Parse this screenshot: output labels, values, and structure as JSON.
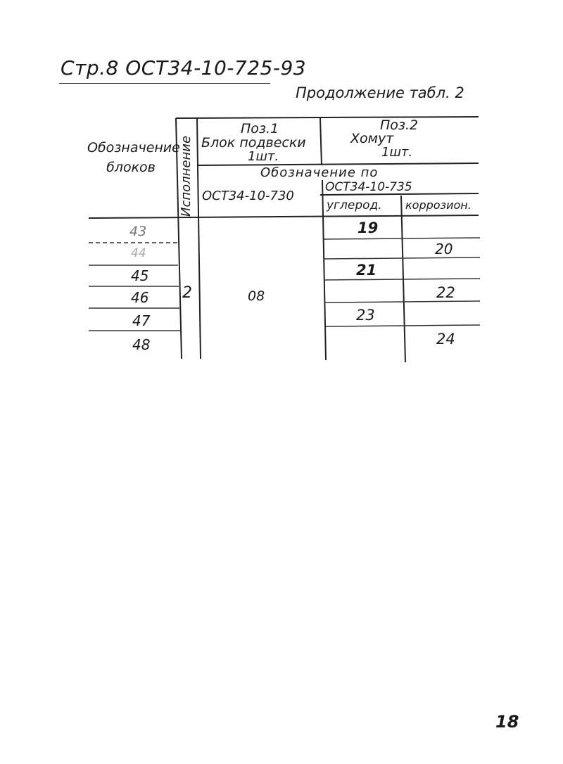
{
  "header": {
    "page_label": "Стр.8 ОСТ34-10-725-93",
    "caption": "Продолжение табл. 2",
    "page_number": "18"
  },
  "table": {
    "col_block_designation": "Обозначение блоков",
    "col_variant": "Исполнение",
    "pos1": {
      "title": "Поз.1",
      "name": "Блок подвески",
      "qty": "1шт."
    },
    "pos2": {
      "title": "Поз.2",
      "name": "Хомут",
      "qty": "1шт."
    },
    "designation_label": "Обозначение по",
    "pos1_standard": "ОСТ34-10-730",
    "pos2_standard": "ОСТ34-10-735",
    "sub_carbon": "углерод.",
    "sub_corrosion": "коррозион.",
    "rows": [
      {
        "block": "43",
        "carbon": "19",
        "corrosion": ""
      },
      {
        "block": "44",
        "carbon": "",
        "corrosion": "20"
      },
      {
        "block": "45",
        "carbon": "21",
        "corrosion": ""
      },
      {
        "block": "46",
        "carbon": "",
        "corrosion": "22"
      },
      {
        "block": "47",
        "carbon": "23",
        "corrosion": ""
      },
      {
        "block": "48",
        "carbon": "",
        "corrosion": "24"
      }
    ],
    "variant_value": "2",
    "pos1_value": "08"
  }
}
